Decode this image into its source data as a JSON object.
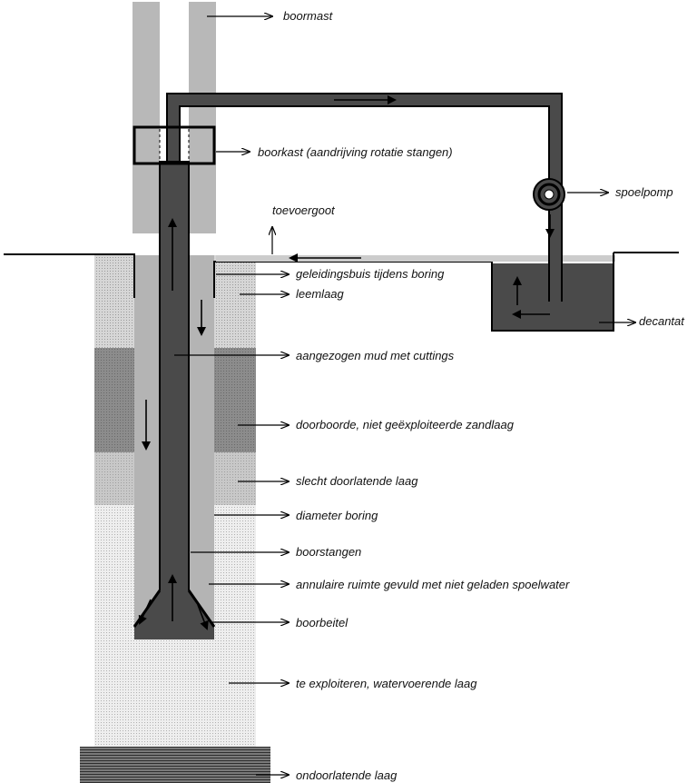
{
  "diagram": {
    "colors": {
      "mast": "#b8b8b8",
      "dark": "#4a4a4a",
      "annulus": "#b4b4b4",
      "mud": "#dcdcdc",
      "clay": "#cfcfcf",
      "sand": "#8e8e8e",
      "poor": "#c6c6c6",
      "aquifer": "#e8e8e8",
      "impermeable": "#555555",
      "ink": "#000000"
    },
    "labels": {
      "boormast": "boormast",
      "boorkast": "boorkast (aandrijving rotatie stangen)",
      "spoelpomp": "spoelpomp",
      "toevoergoot": "toevoergoot",
      "geleidingsbuis": "geleidingsbuis tijdens boring",
      "leemlaag": "leemlaag",
      "decantat": "decantat",
      "aangezogen_mud": "aangezogen mud met cuttings",
      "zandlaag": "doorboorde, niet geëxploiteerde zandlaag",
      "slecht_doorlatend": "slecht doorlatende laag",
      "diameter": "diameter boring",
      "boorstangen": "boorstangen",
      "annulaire_ruimte": "annulaire ruimte gevuld met niet geladen spoelwater",
      "boorbeitel": "boorbeitel",
      "watervoerend": "te exploiteren, watervoerende laag",
      "ondoorlatend": "ondoorlatende laag"
    }
  }
}
